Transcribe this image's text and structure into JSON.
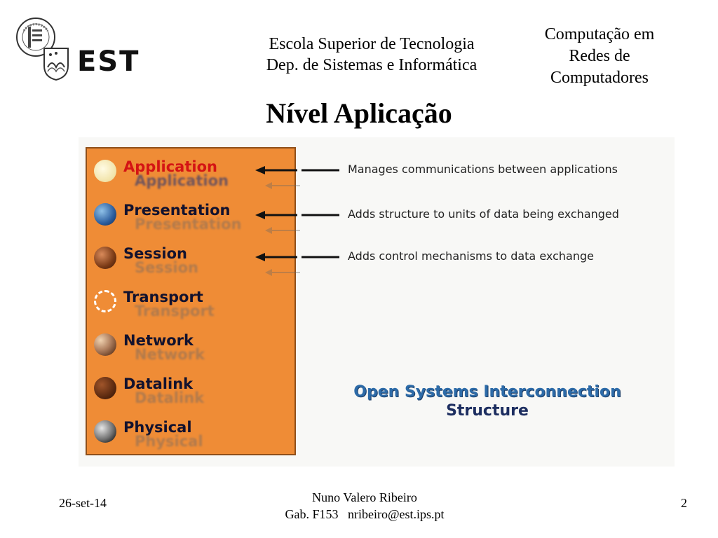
{
  "header": {
    "logo_text": "EST",
    "school_line1": "Escola Superior de Tecnologia",
    "school_line2": "Dep. de Sistemas e Informática",
    "course_line1": "Computação em",
    "course_line2": "Redes de",
    "course_line3": "Computadores",
    "slide_title": "Nível Aplicação"
  },
  "diagram": {
    "layers": [
      {
        "label": "Application",
        "icon": "pale-yellow-sphere-icon",
        "color": "#f7eec4"
      },
      {
        "label": "Presentation",
        "icon": "earth-globe-icon",
        "color": "#2b5d9e"
      },
      {
        "label": "Session",
        "icon": "brown-sphere-icon",
        "color": "#7a3a16"
      },
      {
        "label": "Transport",
        "icon": "dashed-ring-icon",
        "color": "#ffffff"
      },
      {
        "label": "Network",
        "icon": "textured-sphere-icon",
        "color": "#b08060"
      },
      {
        "label": "Datalink",
        "icon": "dark-brown-sphere-icon",
        "color": "#5c2a10"
      },
      {
        "label": "Physical",
        "icon": "grey-moon-icon",
        "color": "#707070"
      }
    ],
    "annotations": [
      "Manages communications between applications",
      "Adds structure to units of data being exchanged",
      "Adds control mechanisms to data exchange"
    ],
    "caption_line1": "Open Systems Interconnection",
    "caption_line2": "Structure",
    "stack_color": "#ef8c36",
    "accent_red": "#d41414"
  },
  "footer": {
    "date": "26-set-14",
    "author": "Nuno Valero Ribeiro",
    "contact": "Gab. F153   nribeiro@est.ips.pt",
    "page_number": "2"
  }
}
